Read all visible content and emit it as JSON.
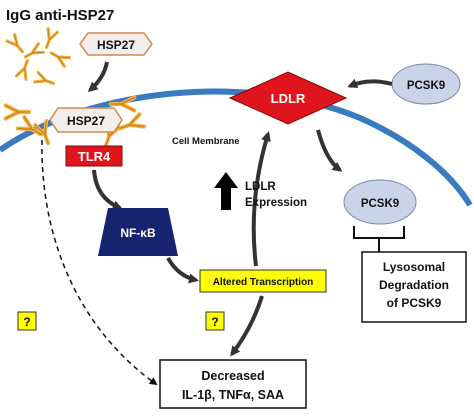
{
  "title": "IgG anti-HSP27",
  "nodes": {
    "hsp27_free": "HSP27",
    "hsp27_bound": "HSP27",
    "tlr4": "TLR4",
    "nfkb": "NF-κB",
    "altered_transcription": "Altered Transcription",
    "ldlr_expression_line1": "LDLR",
    "ldlr_expression_line2": "Expression",
    "ldlr": "LDLR",
    "pcsk9_top": "PCSK9",
    "pcsk9_bound": "PCSK9",
    "lysosomal_line1": "Lysosomal",
    "lysosomal_line2": "Degradation",
    "lysosomal_line3": "of PCSK9",
    "decreased_line1": "Decreased",
    "decreased_line2": "IL-1β, TNFα, SAA",
    "question_left": "?",
    "question_mid": "?"
  },
  "membrane_label": "Cell Membrane",
  "colors": {
    "membrane": "#3a7abf",
    "tlr4": "#e0141c",
    "ldlr": "#e0141c",
    "nfkb": "#16236e",
    "altered_transcription": "#ffff00",
    "pcsk9": "#c9d4e8",
    "hsp27": "#f1eeec",
    "antibody": "#f5b042",
    "arrow": "#333333"
  }
}
